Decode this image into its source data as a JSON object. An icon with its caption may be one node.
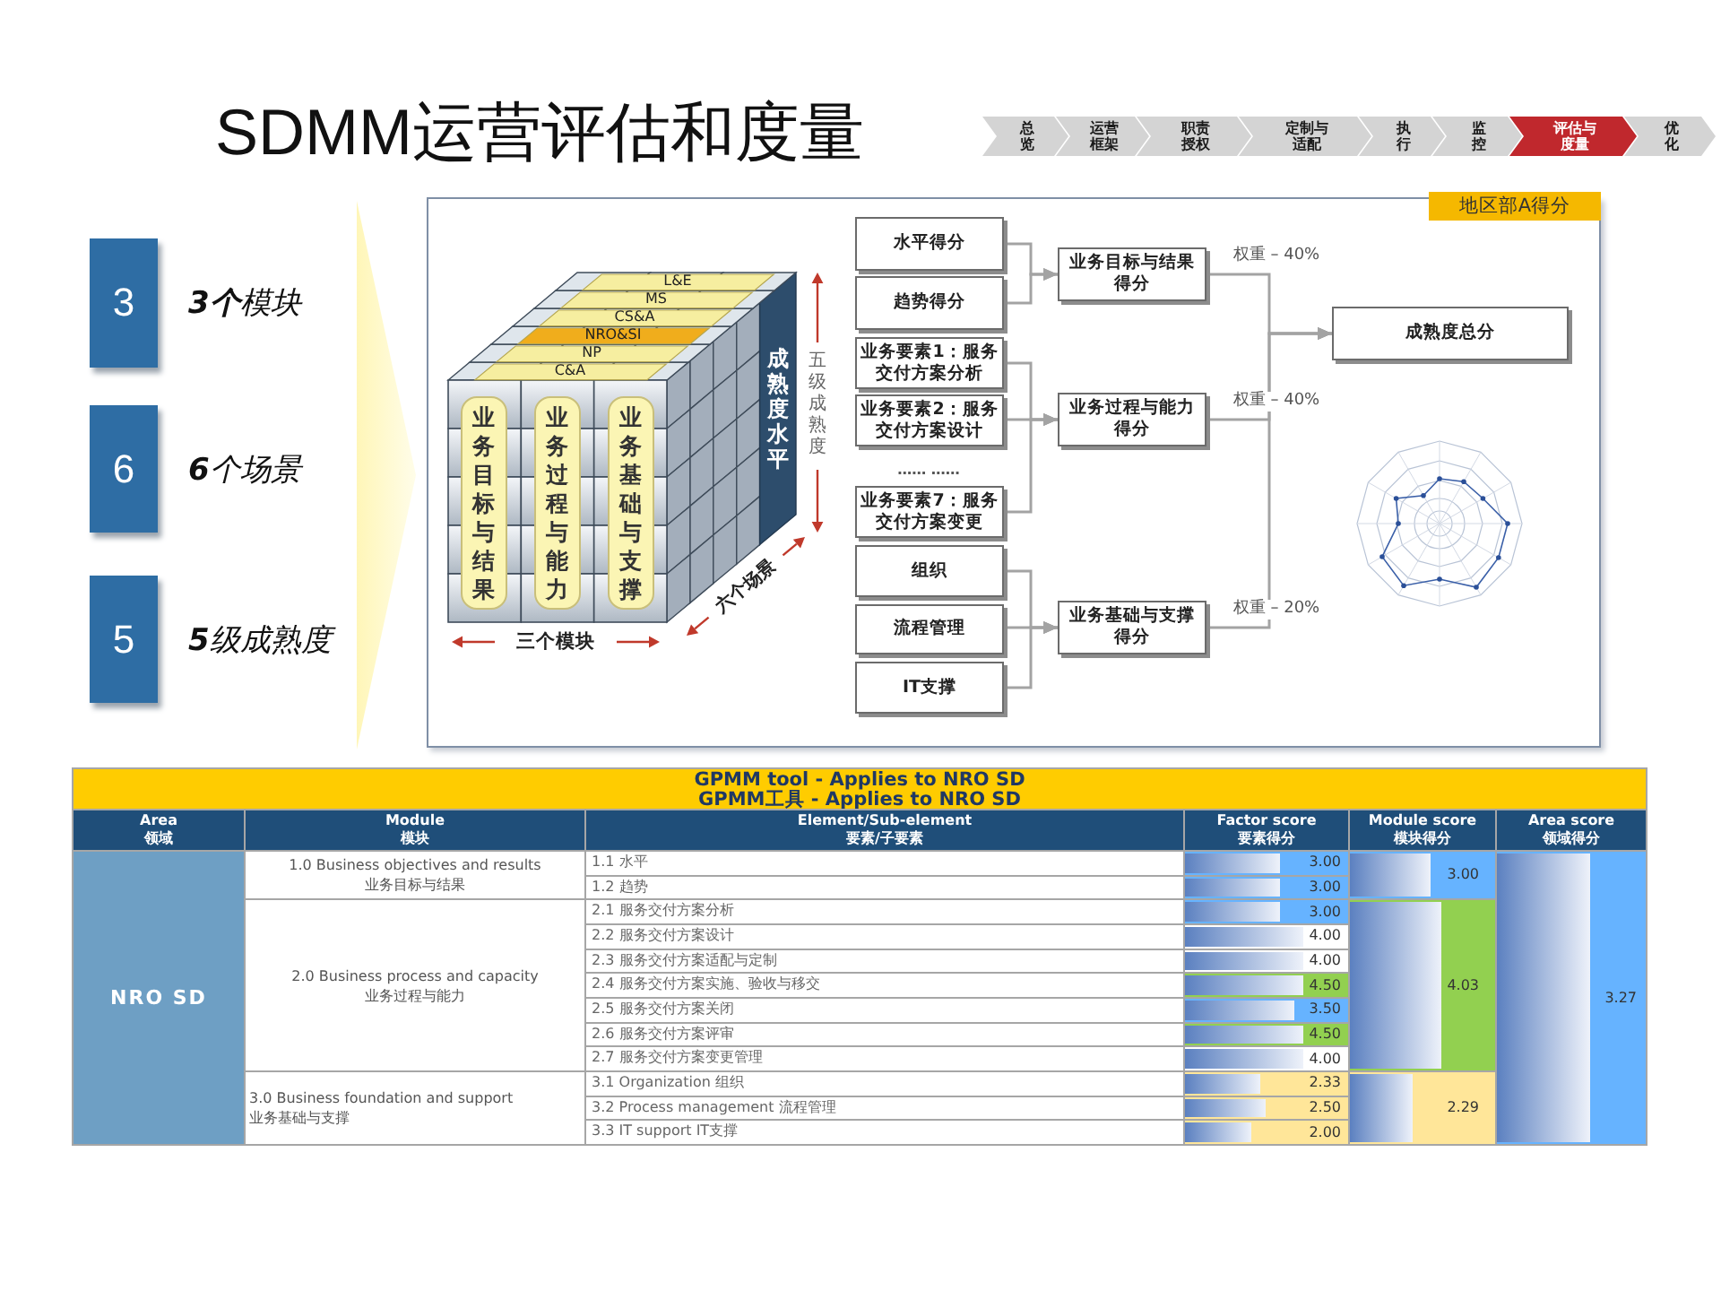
{
  "diagram": {
    "title": "SDMM运营评估和度量",
    "nodes": [
      {
        "text": [
          "总览"
        ]
      },
      {
        "text": [
          "运营框架"
        ]
      },
      {
        "text": [
          "职责授权"
        ]
      },
      {
        "text": [
          "定制与适配"
        ]
      },
      {
        "text": [
          "执行"
        ]
      },
      {
        "text": [
          "监控"
        ]
      },
      {
        "text": [
          "评估与度量"
        ]
      },
      {
        "text": [
          "优化"
        ]
      },
      {
        "text": [
          "3"
        ],
        "beside": [
          "**3个**模块"
        ]
      },
      {
        "text": [
          "6"
        ],
        "beside": [
          "**6**个场景"
        ]
      },
      {
        "text": [
          "5"
        ],
        "beside": [
          "**5**级成熟度"
        ]
      },
      {
        "text": [
          "地区部A得分"
        ]
      },
      {
        "text": [
          "L&E"
        ],
        "in": 11
      },
      {
        "text": [
          "MS"
        ],
        "in": 11
      },
      {
        "text": [
          "CS&A"
        ],
        "in": 11
      },
      {
        "text": [
          "NRO&SI"
        ],
        "in": 11
      },
      {
        "text": [
          "NP"
        ],
        "in": 11
      },
      {
        "text": [
          "C&A"
        ],
        "in": 11
      },
      {
        "text": [
          "业务目标与结果"
        ],
        "in": 11
      },
      {
        "text": [
          "业务过程与能力"
        ],
        "in": 11
      },
      {
        "text": [
          "业务基础与支撑"
        ],
        "in": 11
      },
      {
        "text": [
          "水平得分"
        ],
        "in": 11
      },
      {
        "text": [
          "趋势得分"
        ],
        "in": 11
      },
      {
        "text": [
          "业务要素1：服务交付方案分析"
        ],
        "in": 11
      },
      {
        "text": [
          "业务要素2：服务交付方案设计"
        ],
        "in": 11
      },
      {
        "text": [
          "业务要素7：服务交付方案变更"
        ],
        "in": 11
      },
      {
        "text": [
          "组织"
        ],
        "in": 11
      },
      {
        "text": [
          "流程管理"
        ],
        "in": 11
      },
      {
        "text": [
          "IT支撑"
        ],
        "in": 11
      },
      {
        "text": [
          "业务目标与结果得分"
        ],
        "in": 11
      },
      {
        "text": [
          "业务过程与能力得分"
        ],
        "in": 11
      },
      {
        "text": [
          "业务基础与支撑得分"
        ],
        "in": 11
      },
      {
        "text": [
          "成熟度总分"
        ],
        "in": 11
      }
    ],
    "edges": [
      {
        "from": 21,
        "to": 29,
        "arrow": "to"
      },
      {
        "from": 22,
        "to": 29,
        "arrow": "to"
      },
      {
        "from": 23,
        "to": 30,
        "arrow": "to"
      },
      {
        "from": 24,
        "to": 30,
        "arrow": "to"
      },
      {
        "from": 25,
        "to": 30,
        "arrow": "to"
      },
      {
        "from": 26,
        "to": 31,
        "arrow": "to"
      },
      {
        "from": 27,
        "to": 31,
        "arrow": "to"
      },
      {
        "from": 28,
        "to": 31,
        "arrow": "to"
      },
      {
        "from": 29,
        "to": 32,
        "arrow": "to",
        "label": "权重 – 40%"
      },
      {
        "from": 30,
        "to": 32,
        "arrow": "to",
        "label": "权重 – 40%"
      },
      {
        "from": 31,
        "to": 32,
        "arrow": "to",
        "label": "权重 – 20%"
      }
    ],
    "labels": [
      "成熟度水平",
      "五级成熟度",
      "三个模块",
      "六个场景",
      "…… ……",
      "GPMM tool - Applies to NRO SD",
      "GPMM工具 - Applies to NRO SD",
      "Area",
      "领域",
      "Module",
      "模块",
      "Element/Sub-element",
      "要素/子要素",
      "Factor score",
      "要素得分",
      "Module score",
      "模块得分",
      "Area score",
      "领域得分",
      "NRO SD",
      "1.0 Business objectives and results",
      "业务目标与结果",
      "1.1 水平",
      "3.00",
      "3.00",
      "3.27",
      "1.2 趋势",
      "3.00",
      "2.0 Business process and capacity",
      "业务过程与能力",
      "2.1 服务交付方案分析",
      "3.00",
      "4.03",
      "2.2 服务交付方案设计",
      "4.00",
      "2.3 服务交付方案适配与定制",
      "4.00",
      "2.4 服务交付方案实施、验收与移交",
      "4.50",
      "2.5 服务交付方案关闭",
      "3.50",
      "2.6 服务交付方案评审",
      "4.50",
      "2.7 服务交付方案变更管理",
      "4.00",
      "3.0 Business foundation and support 业务基础与支撑",
      "3.1 Organization 组织",
      "2.33",
      "2.29",
      "3.2 Process management 流程管理",
      "2.50",
      "3.3 IT support IT支撑",
      "2.00"
    ]
  }
}
